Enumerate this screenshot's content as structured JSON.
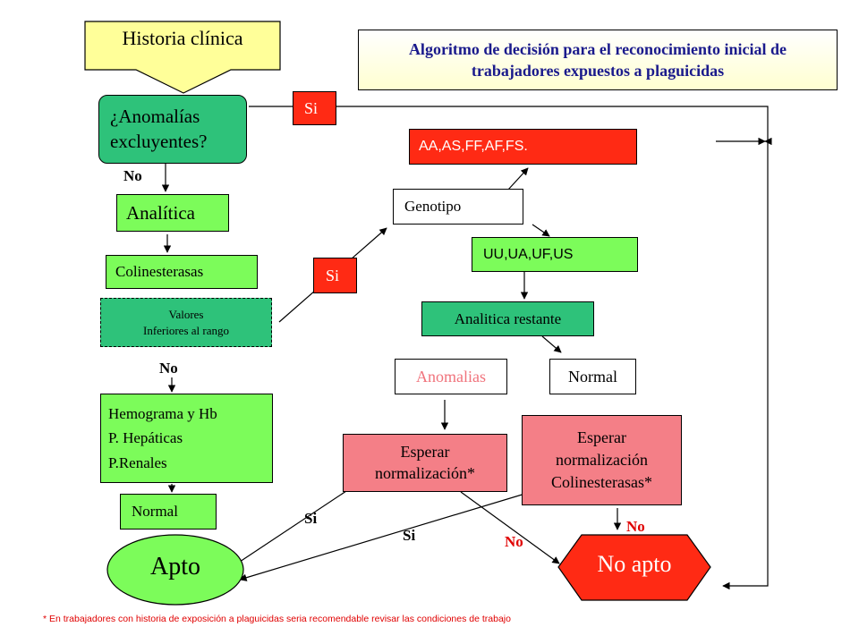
{
  "title": "Algoritmo de decisión para el reconocimiento inicial de trabajadores expuestos a plaguicidas",
  "nodes": {
    "historia": "Historia clínica",
    "anomalias_excl_1": "¿Anomalías",
    "anomalias_excl_2": "excluyentes?",
    "analitica": "Analítica",
    "colinesterasas": "Colinesterasas",
    "valores_1": "Valores",
    "valores_2": "Inferiores al rango",
    "hemograma_1": "Hemograma y Hb",
    "hemograma_2": "P. Hepáticas",
    "hemograma_3": "P.Renales",
    "normal_left": "Normal",
    "apto": "Apto",
    "genotipo": "Genotipo",
    "aa_group": "AA,AS,FF,AF,FS.",
    "uu_group": "UU,UA,UF,US",
    "analitica_restante": "Analitica restante",
    "anomalias": "Anomalias",
    "normal_mid": "Normal",
    "esperar_norm_1": "Esperar",
    "esperar_norm_2": "normalización*",
    "esperar_col_1": "Esperar",
    "esperar_col_2": "normalización",
    "esperar_col_3": "Colinesterasas*",
    "no_apto": "No apto"
  },
  "labels": {
    "si_top": "Si",
    "si_mid": "Si",
    "no_1": "No",
    "no_2": "No",
    "si_apto_1": "Si",
    "si_apto_2": "Si",
    "no_mid": "No",
    "no_right": "No"
  },
  "footnote": "* En trabajadores con historia de exposición a plaguicidas seria recomendable revisar las condiciones de trabajo",
  "colors": {
    "yellow": "#ffff99",
    "green": "#7cfc5a",
    "teal": "#2ec27a",
    "pink": "#f47f87",
    "red": "#ff2a14",
    "title_blue": "#1a1a8c",
    "footnote_red": "#e00000"
  }
}
